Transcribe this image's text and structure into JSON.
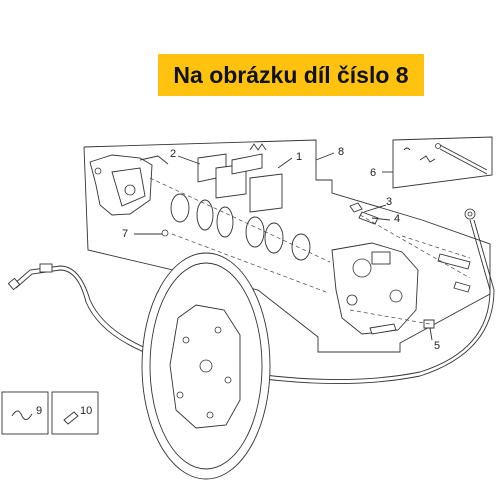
{
  "banner": {
    "text": "Na obrázku díl číslo 8",
    "color": "#ffc20e"
  },
  "callouts": {
    "c1": "1",
    "c2": "2",
    "c3": "3",
    "c4": "4",
    "c5": "5",
    "c6": "6",
    "c7": "7",
    "c8": "8",
    "c9": "9",
    "c10": "10"
  }
}
